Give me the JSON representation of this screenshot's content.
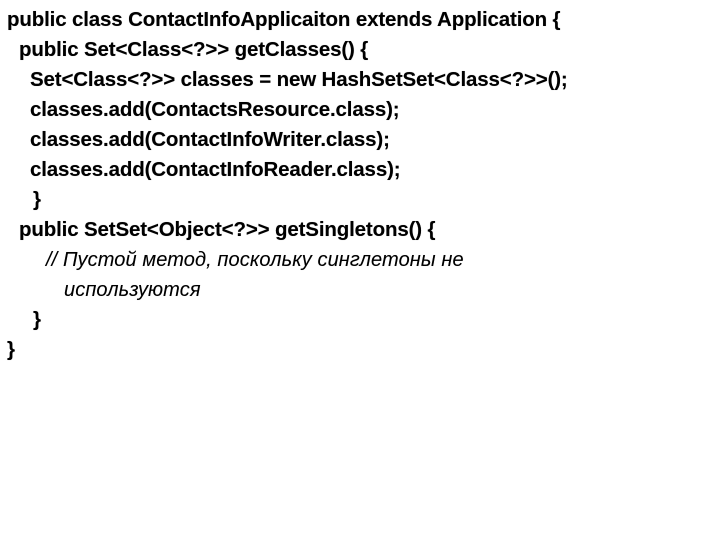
{
  "slide": {
    "background_color": "#ffffff",
    "text_color": "#000000",
    "language": "java"
  },
  "code": {
    "lines": [
      {
        "text": "public class ContactInfoApplicaiton extends Application {",
        "indent": 0,
        "style": "code"
      },
      {
        "text": "public Set<Class<?>> getClasses() {",
        "indent": 1,
        "style": "code"
      },
      {
        "text": "Set<Class<?>> classes = new HashSetSet<Class<?>>();",
        "indent": 2,
        "style": "code"
      },
      {
        "text": "classes.add(ContactsResource.class);",
        "indent": 2,
        "style": "code"
      },
      {
        "text": "classes.add(ContactInfoWriter.class);",
        "indent": 2,
        "style": "code"
      },
      {
        "text": "classes.add(ContactInfoReader.class);",
        "indent": 2,
        "style": "code"
      },
      {
        "text": "}",
        "indent": 3,
        "style": "code"
      },
      {
        "text": "public SetSet<Object<?>> getSingletons() {",
        "indent": 1,
        "style": "code"
      },
      {
        "text": "// Пустой метод, поскольку синглетоны не",
        "indent": 4,
        "style": "comment"
      },
      {
        "text": "используются",
        "indent": 5,
        "style": "comment"
      },
      {
        "text": "}",
        "indent": 3,
        "style": "code"
      },
      {
        "text": "}",
        "indent": 0,
        "style": "code"
      }
    ]
  }
}
